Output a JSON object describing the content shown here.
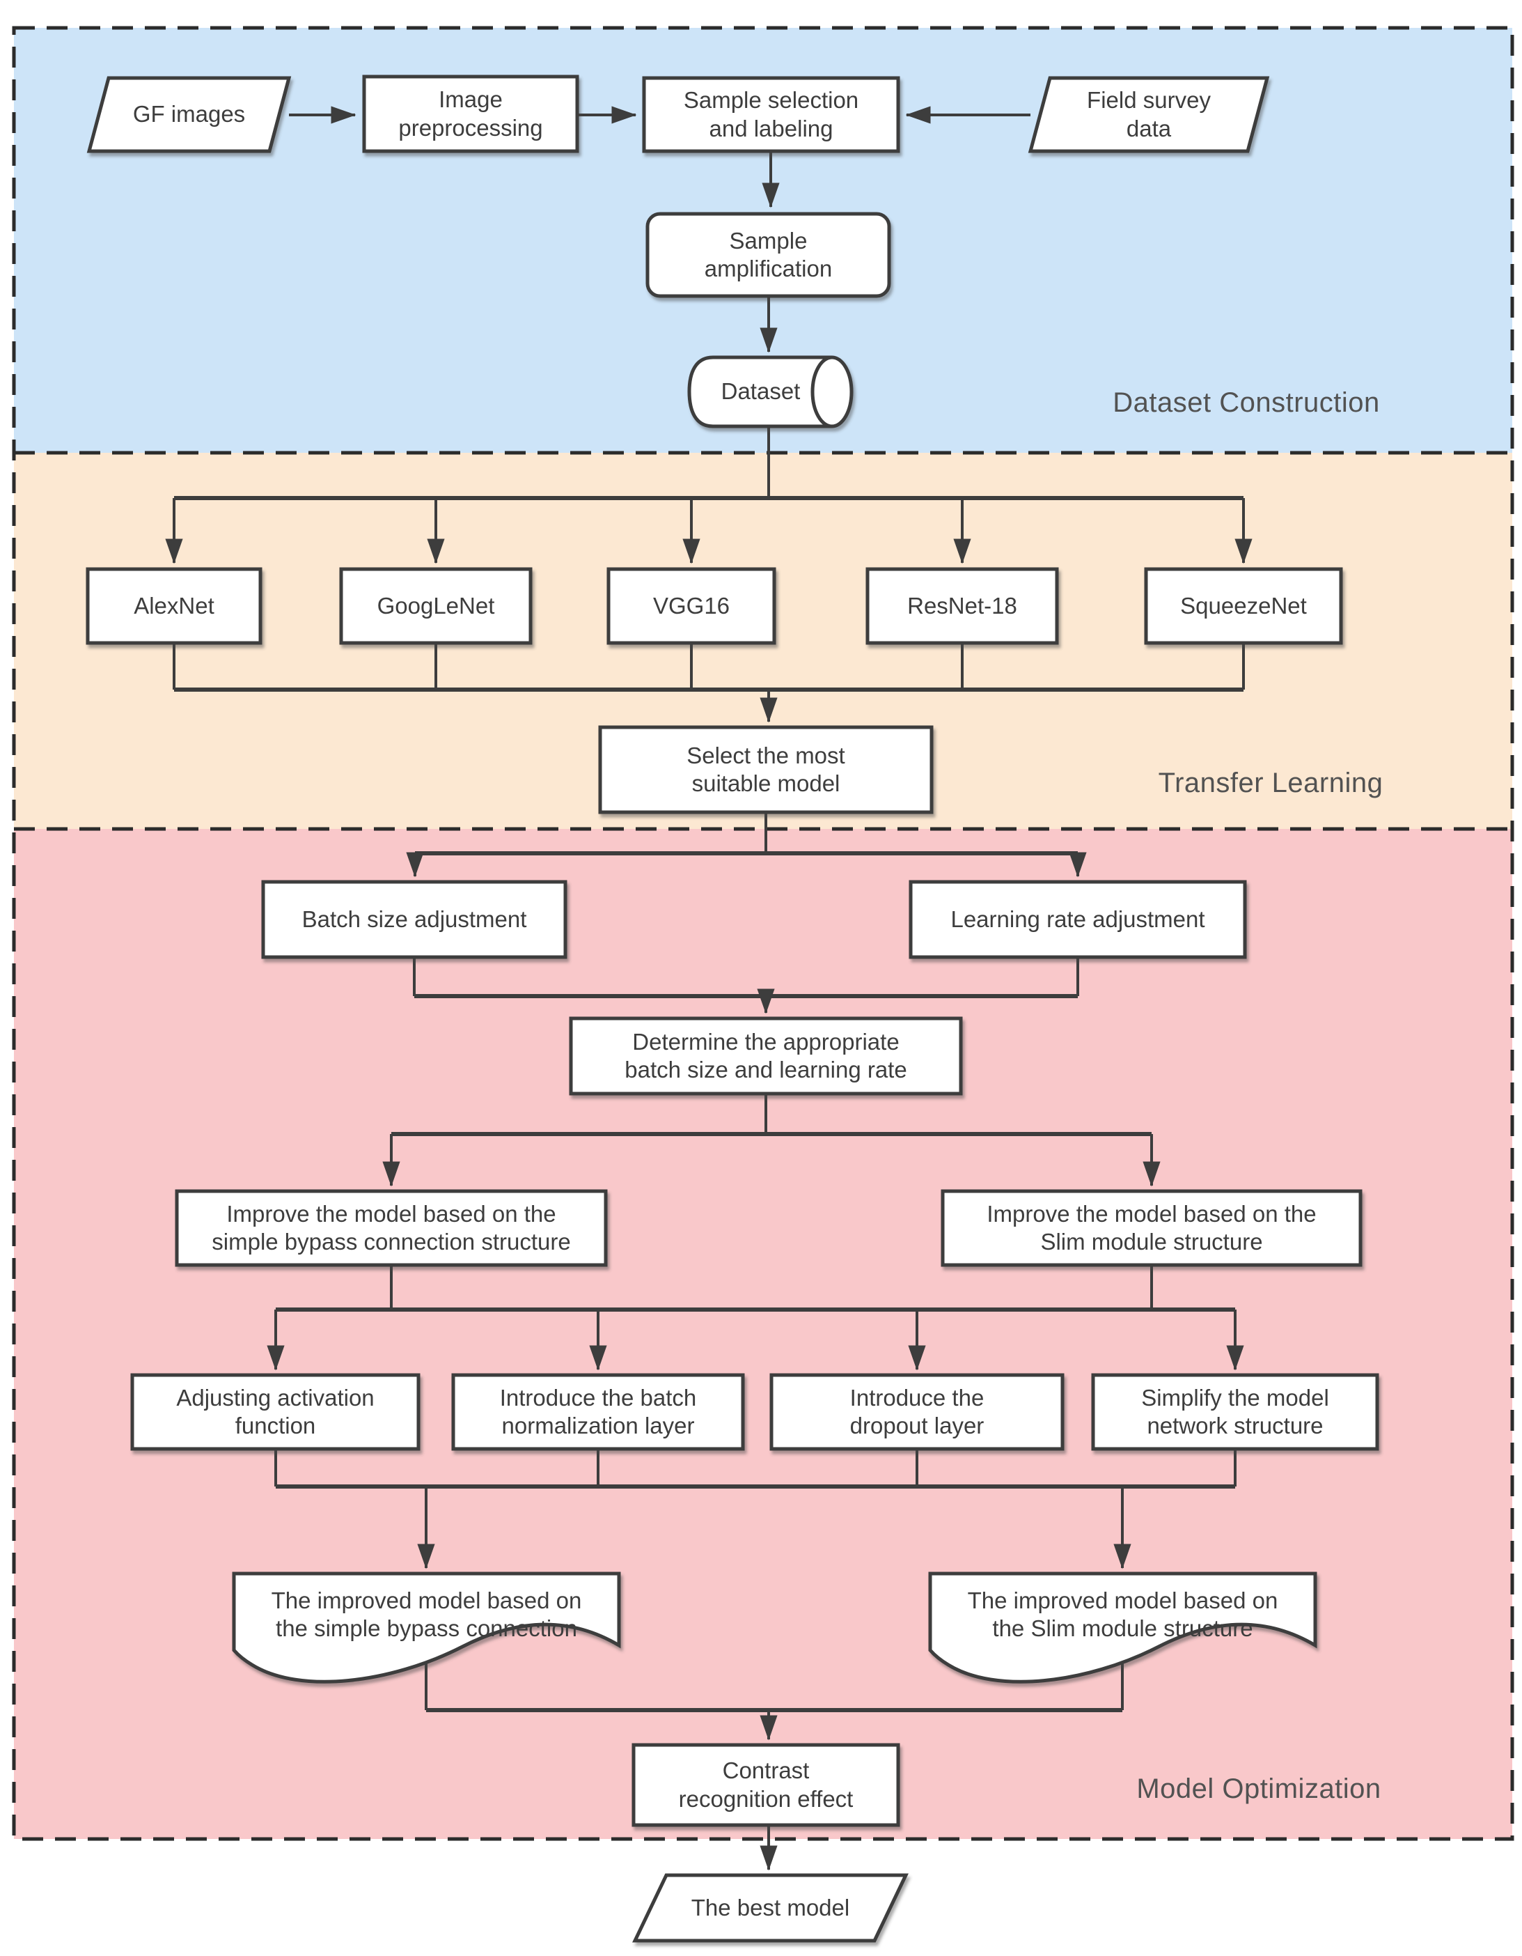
{
  "figure": {
    "title": "Model development flowchart",
    "sections": [
      {
        "id": "dataset-construction",
        "label": "Dataset Construction",
        "color": "#cde4f8"
      },
      {
        "id": "transfer-learning",
        "label": "Transfer Learning",
        "color": "#fce8d2"
      },
      {
        "id": "model-optimization",
        "label": "Model Optimization",
        "color": "#f9c8ca"
      }
    ],
    "nodes": {
      "gf_images": {
        "type": "parallelogram-data",
        "label": "GF images"
      },
      "image_preprocessing": {
        "type": "process",
        "label": "Image\npreprocessing"
      },
      "sample_selection": {
        "type": "process",
        "label": "Sample selection\nand labeling"
      },
      "field_survey": {
        "type": "parallelogram-data",
        "label": "Field survey\ndata"
      },
      "sample_amplification": {
        "type": "rounded-process",
        "label": "Sample\namplification"
      },
      "dataset": {
        "type": "cylinder-storage",
        "label": "Dataset"
      },
      "alexnet": {
        "type": "process",
        "label": "AlexNet"
      },
      "googlenet": {
        "type": "process",
        "label": "GoogLeNet"
      },
      "vgg16": {
        "type": "process",
        "label": "VGG16"
      },
      "resnet18": {
        "type": "process",
        "label": "ResNet-18"
      },
      "squeezenet": {
        "type": "process",
        "label": "SqueezeNet"
      },
      "select_model": {
        "type": "process",
        "label": "Select the most\nsuitable model"
      },
      "batch_size": {
        "type": "process",
        "label": "Batch size adjustment"
      },
      "learning_rate": {
        "type": "process",
        "label": "Learning rate adjustment"
      },
      "determine": {
        "type": "process",
        "label": "Determine the appropriate\nbatch size and learning rate"
      },
      "improve_bypass": {
        "type": "process",
        "label": "Improve the model based on the\nsimple bypass connection structure"
      },
      "improve_slim": {
        "type": "process",
        "label": "Improve the model based on  the\nSlim module structure"
      },
      "adjust_activation": {
        "type": "process",
        "label": "Adjusting activation\nfunction"
      },
      "introduce_bn": {
        "type": "process",
        "label": "Introduce the batch\nnormalization layer"
      },
      "introduce_dropout": {
        "type": "process",
        "label": "Introduce the\ndropout layer"
      },
      "simplify_network": {
        "type": "process",
        "label": "Simplify the model\nnetwork structure"
      },
      "doc_bypass": {
        "type": "document",
        "label": "The improved model based on\nthe simple bypass connection"
      },
      "doc_slim": {
        "type": "document",
        "label": "The improved model based on\nthe Slim module structure"
      },
      "contrast": {
        "type": "process",
        "label": "Contrast\nrecognition effect"
      },
      "best_model": {
        "type": "parallelogram-data",
        "label": "The best model"
      }
    },
    "colors": {
      "section_blue": "#cde4f8",
      "section_orange": "#fce8d2",
      "section_pink": "#f9c8ca",
      "line": "#3d3d3d",
      "node_fill": "#ffffff",
      "text": "#3d3d3d",
      "section_label": "#525252"
    }
  }
}
